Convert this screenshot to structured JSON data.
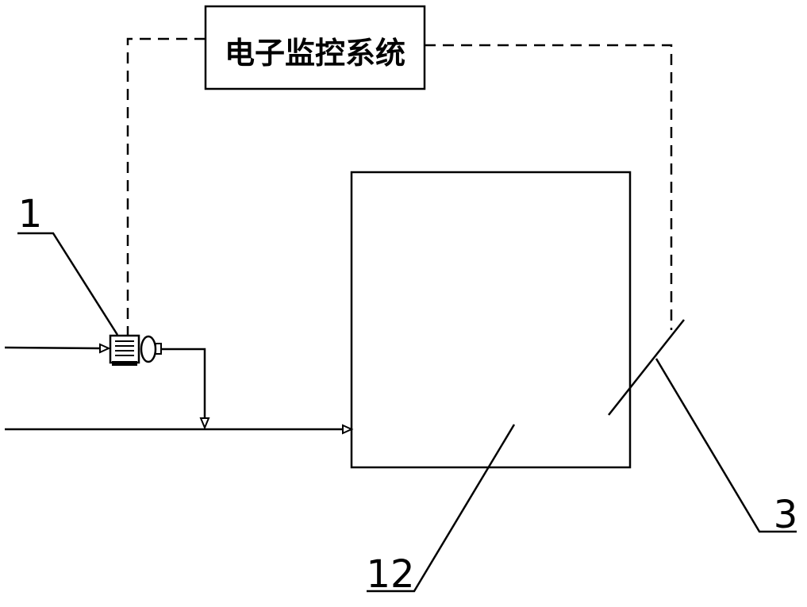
{
  "diagram": {
    "monitor_box": {
      "label": "电子监控系统"
    },
    "callouts": {
      "pump": "1",
      "tank": "12",
      "sensor": "3"
    },
    "colors": {
      "line": "#000000",
      "background": "#ffffff"
    },
    "icons": {
      "pump": "pump-motor-icon",
      "arrow": "flow-arrow-icon"
    }
  }
}
